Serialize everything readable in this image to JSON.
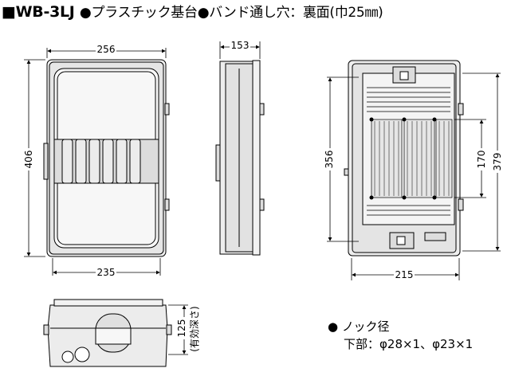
{
  "header": {
    "model": "■WB-3LJ",
    "features": "●プラスチック基台●バンド通し穴：裏面(巾25㎜)"
  },
  "front_view": {
    "width": "256",
    "height": "406",
    "bottom_width": "235"
  },
  "side_view": {
    "depth": "153"
  },
  "rear_view": {
    "hole_pitch": "356",
    "height": "379",
    "band": "170",
    "width": "215"
  },
  "bottom_view": {
    "depth": "125",
    "depth_note": "(有効深さ)"
  },
  "notes": {
    "knock_title": "● ノック径",
    "knock_detail": "下部：φ28×1、φ23×1"
  }
}
